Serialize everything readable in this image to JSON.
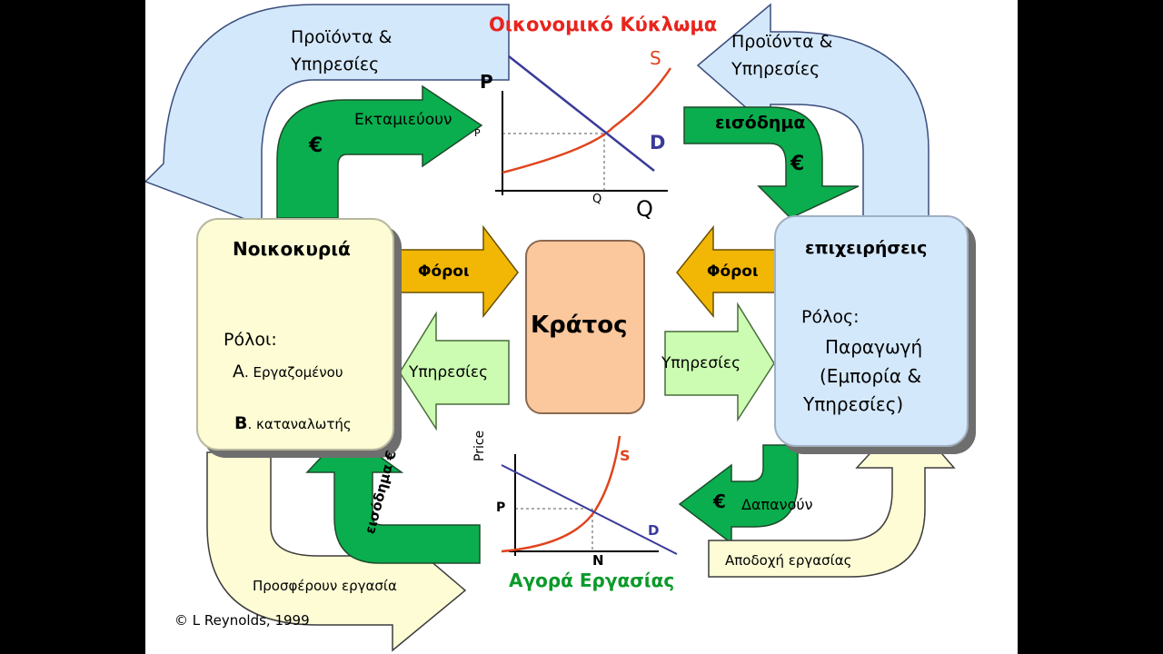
{
  "diagram": {
    "title": "Οικονομικό Κύκλωμα",
    "copyright": "© L Reynolds, 1999",
    "households": {
      "title": "Νοικοκυριά",
      "roles_label": "Ρόλοι:",
      "role_a_letter": "Α",
      "role_a_text": ". Εργαζομένου",
      "role_b_letter": "Β",
      "role_b_text": ". καταναλωτής"
    },
    "state": {
      "label": "Κράτος"
    },
    "businesses": {
      "title": "επιχειρήσεις",
      "role_label": "Ρόλος:",
      "role_line1": "Παραγωγή",
      "role_line2": "(Εμπορία &",
      "role_line3": "Υπηρεσίες)"
    },
    "arrows": {
      "products_left_1": "Προϊόντα &",
      "products_left_2": "Υπηρεσίες",
      "products_right_1": "Προϊόντα &",
      "products_right_2": "Υπηρεσίες",
      "spend_top": "Εκταμιεύουν",
      "euro_left": "€",
      "income_top": "εισόδημα",
      "euro_right": "€",
      "taxes_left": "Φόροι",
      "taxes_right": "Φόροι",
      "services_left": "Υπηρεσίες",
      "services_right": "Υπηρεσίες",
      "spend_bottom_euro": "€",
      "spend_bottom": "Δαπανούν",
      "income_bottom": "εισόδημα €",
      "offer_labour": "Προσφέρουν εργασία",
      "accept_labour": "Αποδοχή εργασίας"
    },
    "product_market": {
      "y_axis": "P",
      "x_axis": "Q",
      "supply": "S",
      "demand": "D",
      "eq_price": "P",
      "eq_qty": "Q"
    },
    "labour_market": {
      "title": "Αγορά Εργασίας",
      "y_axis": "Price",
      "supply": "S",
      "demand": "D",
      "eq_price": "P",
      "eq_qty": "N"
    },
    "colors": {
      "light_blue": "#d4e8fb",
      "green": "#0aae4e",
      "gold": "#f2b705",
      "light_green": "#ccfcb2",
      "cream": "#fdfcd5",
      "salmon": "#fbc79c",
      "title_red": "#e8241d",
      "labour_title_green": "#0a9a2a"
    }
  }
}
